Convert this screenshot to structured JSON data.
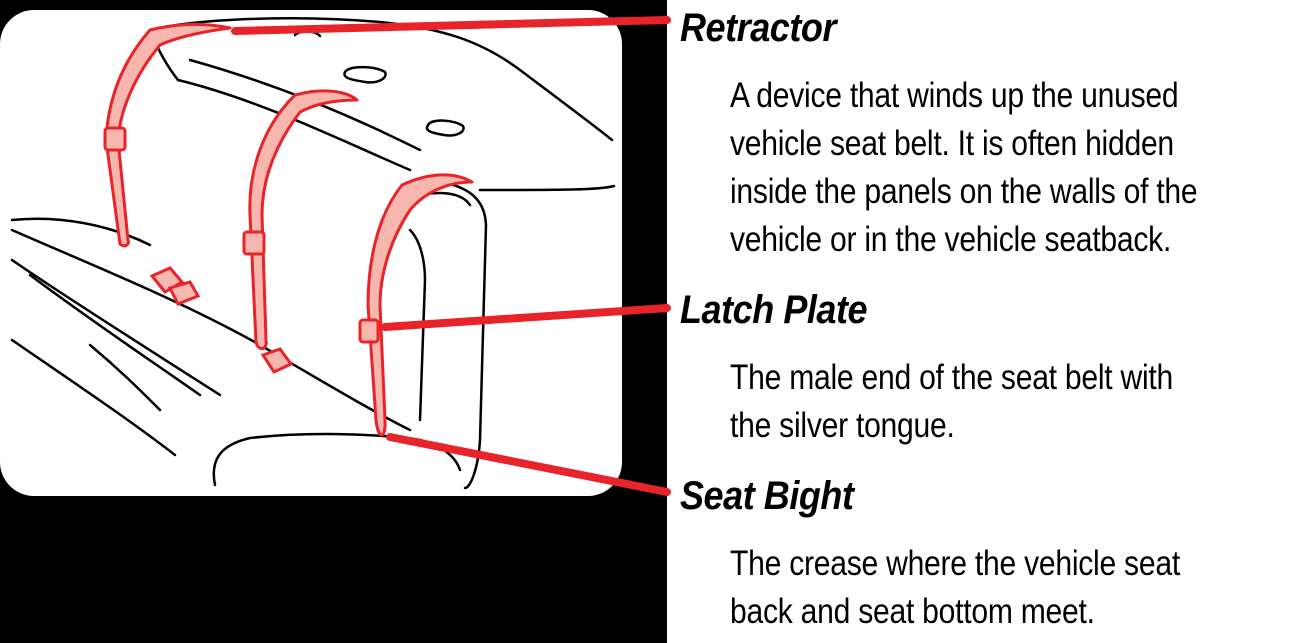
{
  "labels": [
    {
      "term": "Retractor",
      "lines": [
        "A device that winds up the unused",
        "vehicle seat belt. It is often hidden",
        "inside the panels on the walls of the",
        "vehicle or in the vehicle seatback."
      ]
    },
    {
      "term": "Latch Plate",
      "lines": [
        "The male end of the seat belt with",
        "the silver tongue."
      ]
    },
    {
      "term": "Seat Bight",
      "lines": [
        "The crease where the vehicle seat",
        "back and seat bottom meet."
      ]
    }
  ],
  "colors": {
    "background": "#000000",
    "panel": "#ffffff",
    "belt": "#e8232a",
    "belt_fill": "#f7b7ae",
    "line_art": "#000000"
  }
}
